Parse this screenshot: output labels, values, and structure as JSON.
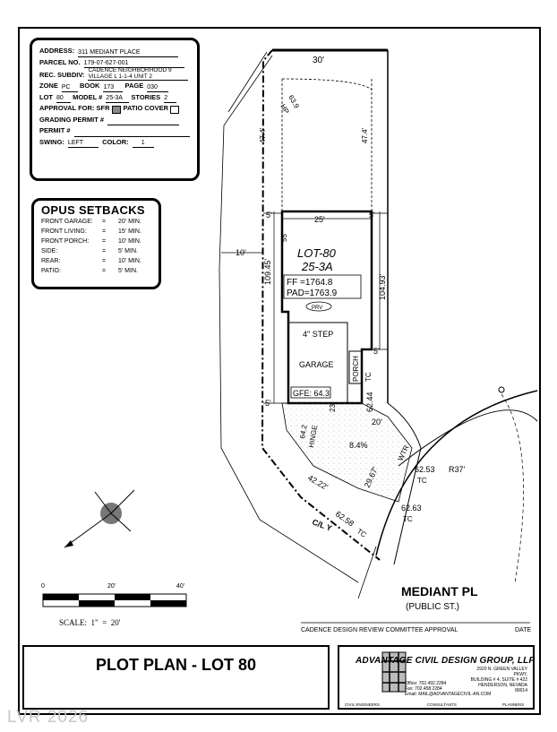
{
  "info": {
    "address_label": "ADDRESS:",
    "address": "311 MEDIANT PLACE",
    "parcel_label": "PARCEL NO.",
    "parcel": "179-07-627-001",
    "subdiv_label": "REC. SUBDIV:",
    "subdiv_line1": "CADENCE NEIGHBORHOOD 9",
    "subdiv_line2": "VILLAGE L 1-1-4 UNIT 2",
    "zone_label": "ZONE",
    "zone": "PC",
    "book_label": "BOOK",
    "book": "173",
    "page_label": "PAGE",
    "page": "030",
    "lot_label": "LOT",
    "lot": "80",
    "model_label": "MODEL #",
    "model": "25-3A",
    "stories_label": "STORIES",
    "stories": "2",
    "approval_label": "APPROVAL FOR:",
    "sfr_label": "SFR",
    "patio_label": "PATIO COVER",
    "grading_label": "GRADING PERMIT #",
    "permit_label": "PERMIT #",
    "swing_label": "SWING:",
    "swing": "LEFT",
    "color_label": "COLOR:",
    "color": "1"
  },
  "setbacks": {
    "title": "OPUS SETBACKS",
    "rows": [
      {
        "label": "FRONT GARAGE:",
        "eq": "=",
        "value": "20' MIN."
      },
      {
        "label": "FRONT LIVING:",
        "eq": "=",
        "value": "15' MIN."
      },
      {
        "label": "FRONT PORCH:",
        "eq": "=",
        "value": "10' MIN."
      },
      {
        "label": "SIDE:",
        "eq": "=",
        "value": "5' MIN."
      },
      {
        "label": "REAR:",
        "eq": "=",
        "value": "10' MIN."
      },
      {
        "label": "PATIO:",
        "eq": "=",
        "value": "5' MIN."
      }
    ]
  },
  "plan": {
    "dim_top": "30'",
    "dim_hp": "63.9",
    "hp": "HP",
    "dim_left_top": "47.4'",
    "dim_right_top": "47.4'",
    "five_left_top": "5'",
    "five_right_top": "5'",
    "dim_25": "25'",
    "dim_55": "55'",
    "dim_10": "10'",
    "dim_109": "109.45'",
    "dim_104": "104.93'",
    "lot_name": "LOT-80",
    "lot_model": "25-3A",
    "ff": "FF =1764.8",
    "pad": "PAD=1763.9",
    "prv": "PRV",
    "step": "4\" STEP",
    "garage": "GARAGE",
    "porch": "PORCH",
    "gfe": "GFE: 64.3",
    "five_porch": "5'",
    "tc_right": "TC",
    "dim_6244": "62.44",
    "five_left_bottom": "5'",
    "dim_20": "20'",
    "dim_23": "23'",
    "hinge_val": "64.2",
    "hinge": "HINGE",
    "slope": "8.4%",
    "wtr": "WTR",
    "dim_4222": "42.22'",
    "dim_2967": "29.67'",
    "dim_6253": "62.53",
    "tc1": "TC",
    "radius": "R37'",
    "dim_6263": "62.63",
    "tc2": "TC",
    "dim_6258": "62.58",
    "tc3": "TC",
    "cl": "C/L Y"
  },
  "scale": {
    "tick0": "0",
    "tick20": "20'",
    "tick40": "40'",
    "label": "SCALE:  1\"  =  20'"
  },
  "street": {
    "name": "MEDIANT PL",
    "type": "(PUBLIC ST.)"
  },
  "review": {
    "text": "CADENCE DESIGN REVIEW COMMITTEE APPROVAL",
    "date": "DATE"
  },
  "title": "PLOT PLAN - LOT 80",
  "company": {
    "name": "ADVANTAGE CIVIL DESIGN GROUP, LLP",
    "addr1": "2920 N. GREEN VALLEY PKWY,",
    "addr2": "BUILDING # 4, SUITE # 422",
    "addr3": "HENDERSON, NEVADA",
    "addr4": "89014",
    "office": "Office: 702.492.2284",
    "fax": "Fax: 702.458.2284",
    "email": "Email: MAIL@ADVANTAGECIVIL-AN.COM",
    "foot1": "CIVIL ENGINEERS",
    "foot2": "CONSULTANTS",
    "foot3": "PLANNERS"
  },
  "watermark": "LVR 2026"
}
